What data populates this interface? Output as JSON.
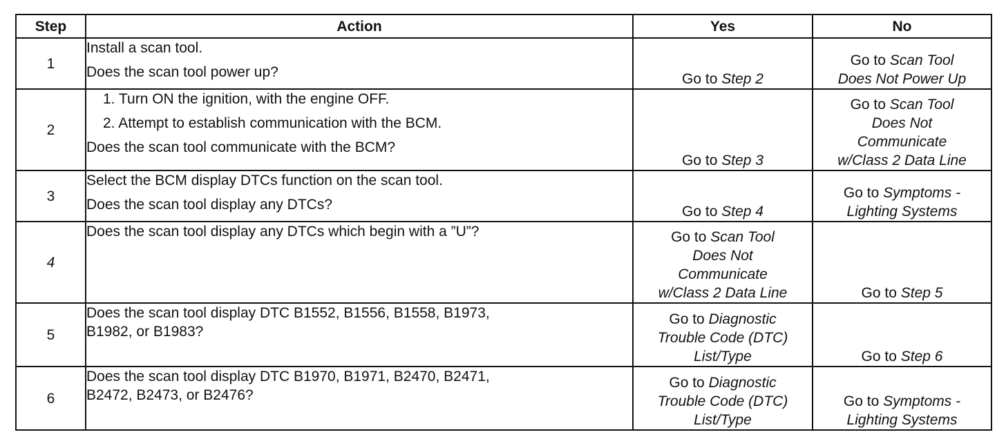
{
  "headers": {
    "step": "Step",
    "action": "Action",
    "yes": "Yes",
    "no": "No"
  },
  "rows": [
    {
      "step": "1",
      "action": {
        "line1": "Install a scan tool.",
        "question": "Does the scan tool power up?"
      },
      "yes": {
        "prefix": "Go to ",
        "target": "Step 2"
      },
      "no": {
        "prefix": "Go to ",
        "target_line1": "Scan Tool",
        "target_line2": "Does Not Power Up"
      }
    },
    {
      "step": "2",
      "action": {
        "item1": "1.  Turn ON the ignition, with the engine OFF.",
        "item2": "2.  Attempt to establish communication with the BCM.",
        "question": "Does the scan tool communicate with the BCM?"
      },
      "yes": {
        "prefix": "Go to ",
        "target": "Step 3"
      },
      "no": {
        "prefix": "Go to ",
        "target_line1": "Scan Tool",
        "target_line2": "Does Not",
        "target_line3": "Communicate",
        "target_line4": "w/Class 2 Data Line"
      }
    },
    {
      "step": "3",
      "action": {
        "line1": "Select the BCM display DTCs function on the scan tool.",
        "question": "Does the scan tool display any DTCs?"
      },
      "yes": {
        "prefix": "Go to ",
        "target": "Step 4"
      },
      "no": {
        "prefix": "Go to ",
        "target_line1": "Symptoms -",
        "target_line2": "Lighting Systems"
      }
    },
    {
      "step": "4",
      "action": {
        "question": "Does the scan tool display any DTCs which begin with a ”U”?"
      },
      "yes": {
        "prefix": "Go to ",
        "target_line1": "Scan Tool",
        "target_line2": "Does Not",
        "target_line3": "Communicate",
        "target_line4": "w/Class 2 Data Line"
      },
      "no": {
        "prefix": "Go to ",
        "target": "Step 5"
      }
    },
    {
      "step": "5",
      "action": {
        "question_line1": "Does the scan tool display DTC B1552, B1556, B1558, B1973,",
        "question_line2": "B1982, or B1983?"
      },
      "yes": {
        "prefix": "Go to ",
        "target_line1": "Diagnostic",
        "target_line2": "Trouble Code (DTC)",
        "target_line3": "List/Type"
      },
      "no": {
        "prefix": "Go to ",
        "target": "Step 6"
      }
    },
    {
      "step": "6",
      "action": {
        "question_line1": "Does the scan tool display DTC B1970, B1971, B2470, B2471,",
        "question_line2": "B2472, B2473, or B2476?"
      },
      "yes": {
        "prefix": "Go to ",
        "target_line1": "Diagnostic",
        "target_line2": "Trouble Code (DTC)",
        "target_line3": "List/Type"
      },
      "no": {
        "prefix": "Go to ",
        "target_line1": "Symptoms -",
        "target_line2": "Lighting Systems"
      }
    }
  ]
}
